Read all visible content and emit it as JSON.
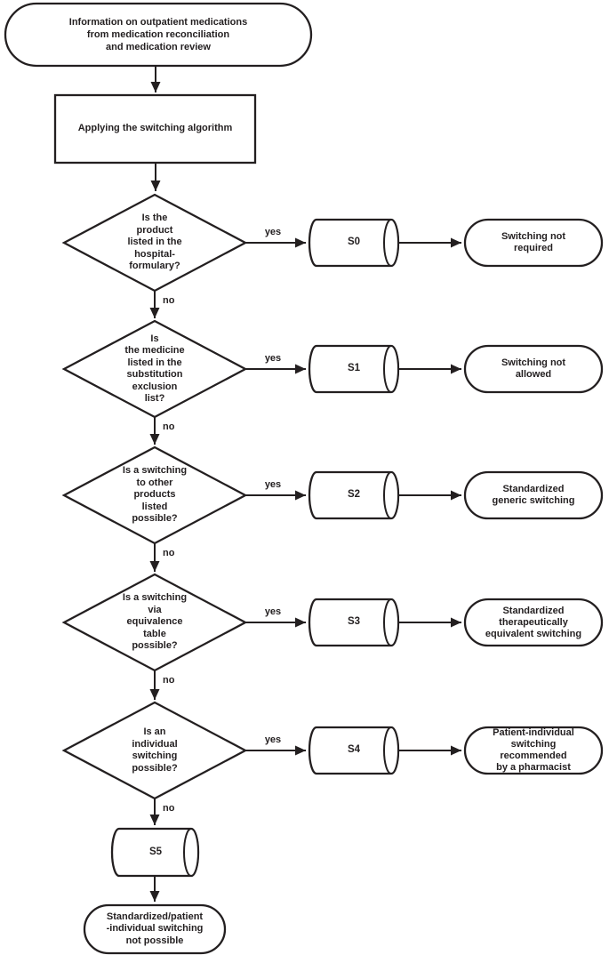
{
  "flowchart": {
    "start": "Information on outpatient medications\nfrom medication reconciliation\nand medication review",
    "process": "Applying the switching algorithm",
    "rows": [
      {
        "decision": "Is the\nproduct\nlisted in the\nhospital-\nformulary?",
        "yes": "yes",
        "no": "no",
        "step": "S0",
        "outcome": "Switching not\nrequired"
      },
      {
        "decision": "Is\nthe medicine\nlisted in the\nsubstitution\nexclusion\nlist?",
        "yes": "yes",
        "no": "no",
        "step": "S1",
        "outcome": "Switching not\nallowed"
      },
      {
        "decision": "Is a switching\nto other\nproducts\nlisted\npossible?",
        "yes": "yes",
        "no": "no",
        "step": "S2",
        "outcome": "Standardized\ngeneric switching"
      },
      {
        "decision": "Is a switching\nvia\nequivalence\ntable\npossible?",
        "yes": "yes",
        "no": "no",
        "step": "S3",
        "outcome": "Standardized\ntherapeutically\nequivalent switching"
      },
      {
        "decision": "Is an\nindividual\nswitching\npossible?",
        "yes": "yes",
        "no": "no",
        "step": "S4",
        "outcome": "Patient-individual\nswitching\nrecommended\nby a pharmacist"
      }
    ],
    "final": {
      "step": "S5",
      "outcome": "Standardized/patient\n-individual switching\nnot possible"
    },
    "colors": {
      "stroke": "#231f20",
      "background": "#ffffff"
    }
  }
}
